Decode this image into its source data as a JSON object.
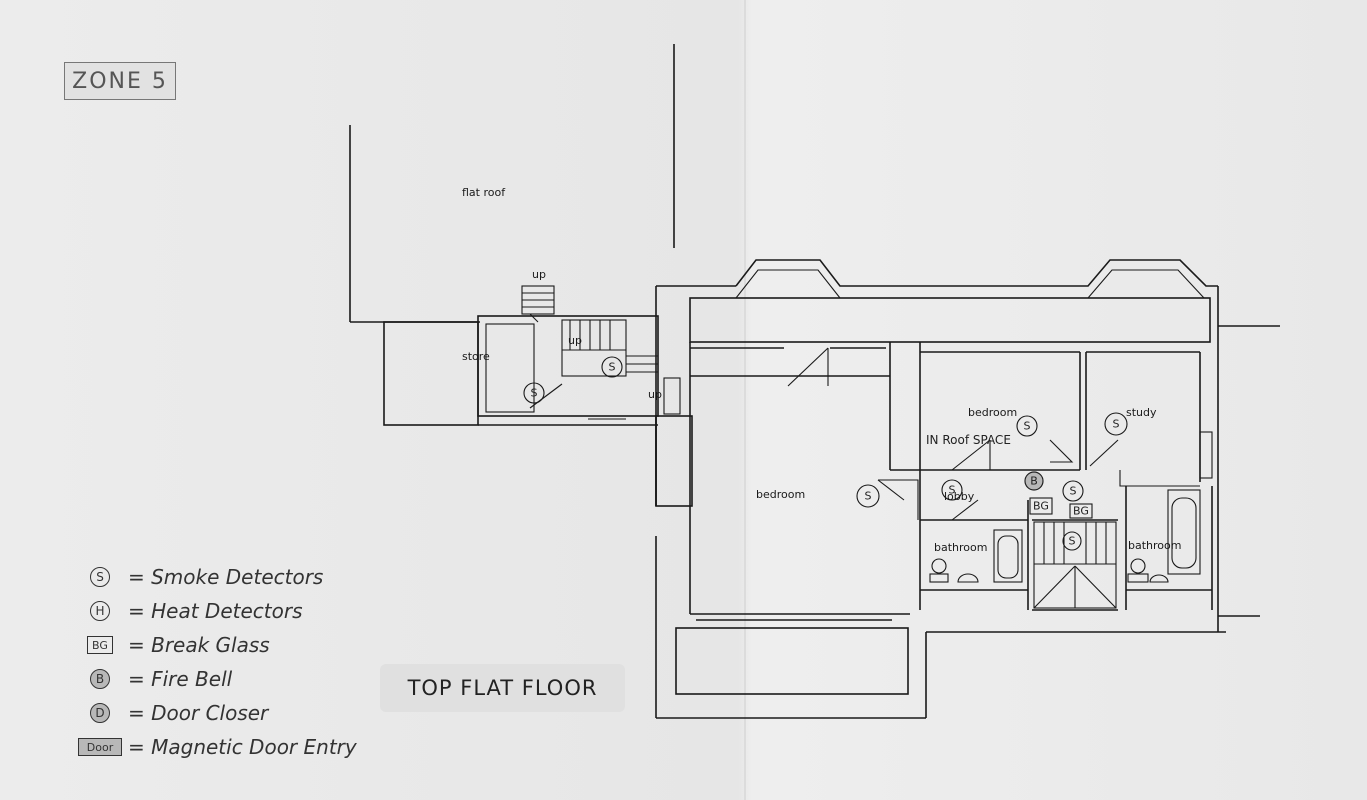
{
  "zone_label": "ZONE 5",
  "floor_title": "TOP FLAT FLOOR",
  "rooms": {
    "flat_roof": "flat roof",
    "store": "store",
    "bedroom_main": "bedroom",
    "bedroom_2": "bedroom",
    "study": "study",
    "lobby": "lobby",
    "bathroom_1": "bathroom",
    "bathroom_2": "bathroom"
  },
  "annotations": {
    "up_1": "up",
    "up_2": "up",
    "up_3": "up",
    "in_roof_space": "IN Roof SPACE"
  },
  "symbols": {
    "smoke": "S",
    "heat": "H",
    "bell": "B",
    "break_glass": "BG",
    "door_closer": "D",
    "mag_door": "Door"
  },
  "legend": [
    {
      "symbol": "S",
      "text": "= Smoke Detectors"
    },
    {
      "symbol": "H",
      "text": "= Heat Detectors"
    },
    {
      "symbol": "BG",
      "text": "= Break Glass"
    },
    {
      "symbol": "B",
      "text": "= Fire Bell"
    },
    {
      "symbol": "D",
      "text": "= Door Closer"
    },
    {
      "symbol": "Door",
      "text": "= Magnetic Door Entry"
    }
  ]
}
